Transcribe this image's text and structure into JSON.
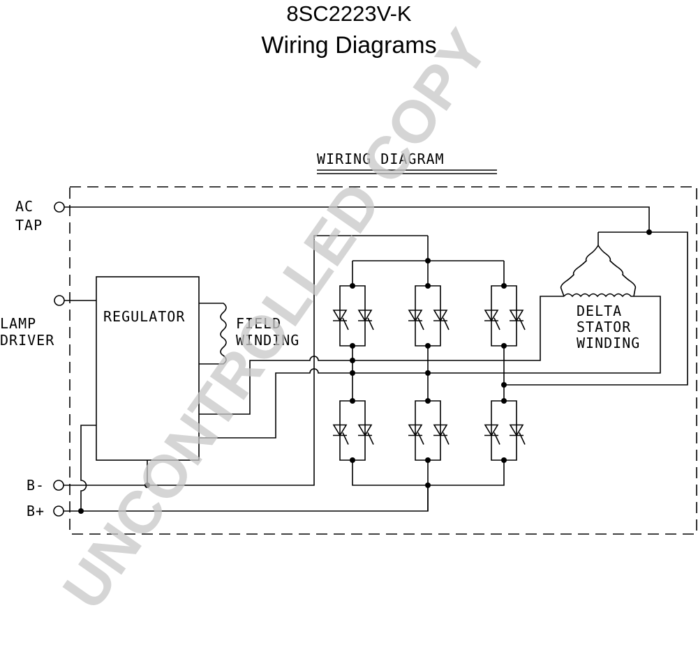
{
  "header": {
    "model": "8SC2223V-K",
    "subtitle": "Wiring Diagrams"
  },
  "diagram": {
    "heading": "WIRING DIAGRAM",
    "terminals": {
      "ac_line1": "AC",
      "ac_line2": "TAP",
      "lamp_line1": "LAMP",
      "lamp_line2": "DRIVER",
      "b_neg": "B-",
      "b_pos": "B+"
    },
    "regulator": "REGULATOR",
    "field_line1": "FIELD",
    "field_line2": "WINDING",
    "stator_line1": "DELTA",
    "stator_line2": "STATOR",
    "stator_line3": "WINDING"
  },
  "watermark": "UNCONTROLLED COPY",
  "colors": {
    "ink": "#000000",
    "watermark": "#c8c8c8"
  }
}
